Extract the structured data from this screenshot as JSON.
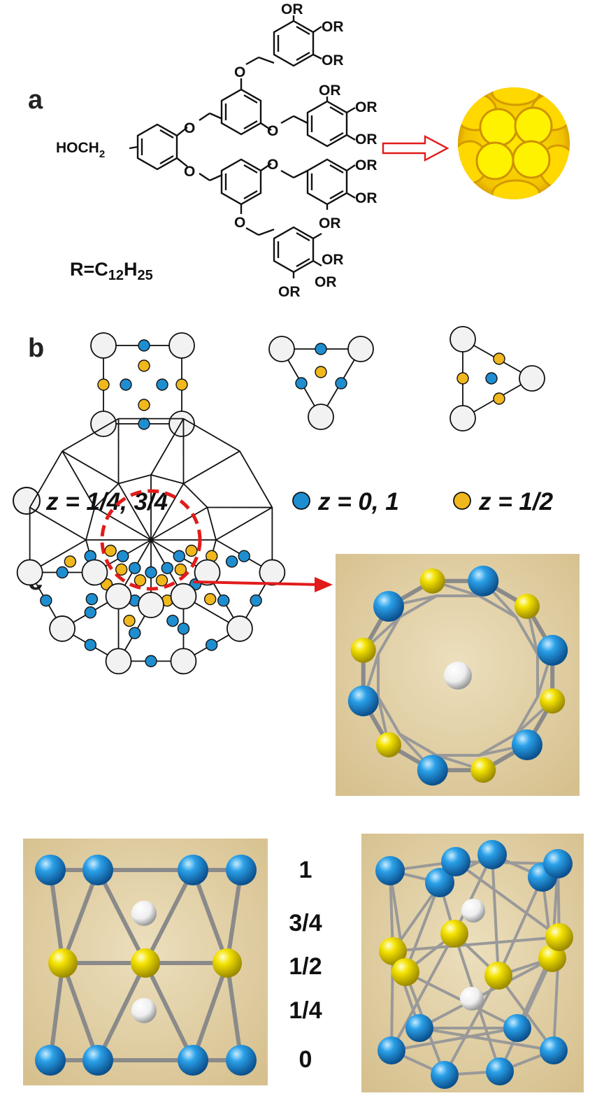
{
  "panels": {
    "a": "a",
    "b": "b",
    "c": "c"
  },
  "molecule": {
    "substituent": "OR",
    "hoch": "HOCH",
    "hoch_sub": "2",
    "o_label": "O",
    "r_definition": {
      "prefix": "R=C",
      "sub1": "12",
      "mid": "H",
      "sub2": "25"
    }
  },
  "legend": {
    "white": "z = 1/4, 3/4",
    "blue": "z = 0, 1",
    "yellow": "z = 1/2"
  },
  "z_levels": [
    "1",
    "3/4",
    "1/2",
    "1/4",
    "0"
  ],
  "colors": {
    "blue_site": "#1f8ed0",
    "yellow_site": "#f0b81c",
    "white_site": "#f2f2f2",
    "model_background": "#e1cfa4",
    "arrow": "#e21b1b",
    "micelle": "#f2c600"
  }
}
